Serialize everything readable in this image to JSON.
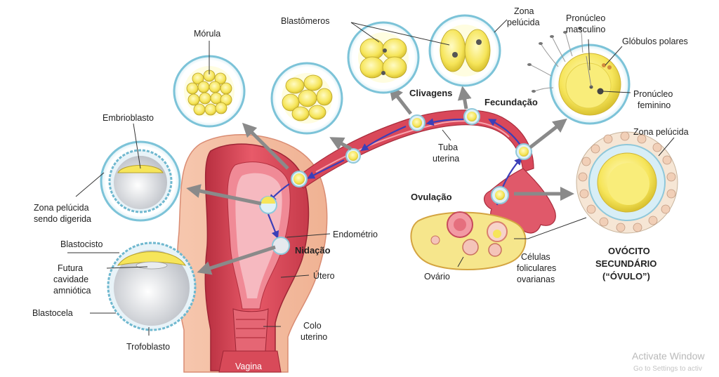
{
  "labels": {
    "morula": "Mórula",
    "blastomeros": "Blastômeros",
    "zona_pelucida_top_1": "Zona",
    "zona_pelucida_top_2": "pelúcida",
    "pronucleo_masculino_1": "Pronúcleo",
    "pronucleo_masculino_2": "masculino",
    "globulos_polares": "Glóbulos polares",
    "pronucleo_feminino_1": "Pronúcleo",
    "pronucleo_feminino_2": "feminino",
    "clivagens": "Clivagens",
    "fecundacao": "Fecundação",
    "embrioblasto": "Embrioblasto",
    "zona_pelucida_right": "Zona pelúcida",
    "tuba_uterina_1": "Tuba",
    "tuba_uterina_2": "uterina",
    "zona_digerida_1": "Zona pelúcida",
    "zona_digerida_2": "sendo digerida",
    "ovulacao": "Ovulação",
    "endometrio": "Endométrio",
    "blastocisto": "Blastocisto",
    "nidacao": "Nidação",
    "futura_1": "Futura",
    "futura_2": "cavidade",
    "futura_3": "amniótica",
    "utero": "Útero",
    "ovario": "Ovário",
    "celulas_1": "Células",
    "celulas_2": "foliculares",
    "celulas_3": "ovarianas",
    "ovocito_1": "OVÓCITO",
    "ovocito_2": "SECUNDÁRIO",
    "ovocito_3": "(“ÓVULO”)",
    "blastocela": "Blastocela",
    "colo_1": "Colo",
    "colo_2": "uterino",
    "trofoblasto": "Trofoblasto",
    "vagina": "Vagina"
  },
  "watermark": {
    "line1": "Activate Window",
    "line2": "Go to Settings to activ"
  },
  "colors": {
    "uterus": "#e0515f",
    "uterus_dark": "#b3303f",
    "uterus_light": "#f3a7ae",
    "skin": "#f7c9b0",
    "zona": "#bfe3ee",
    "yolk": "#f6e55a",
    "blue_arrow": "#3b3fb8",
    "gray_arrow": "#8a8a8a"
  }
}
